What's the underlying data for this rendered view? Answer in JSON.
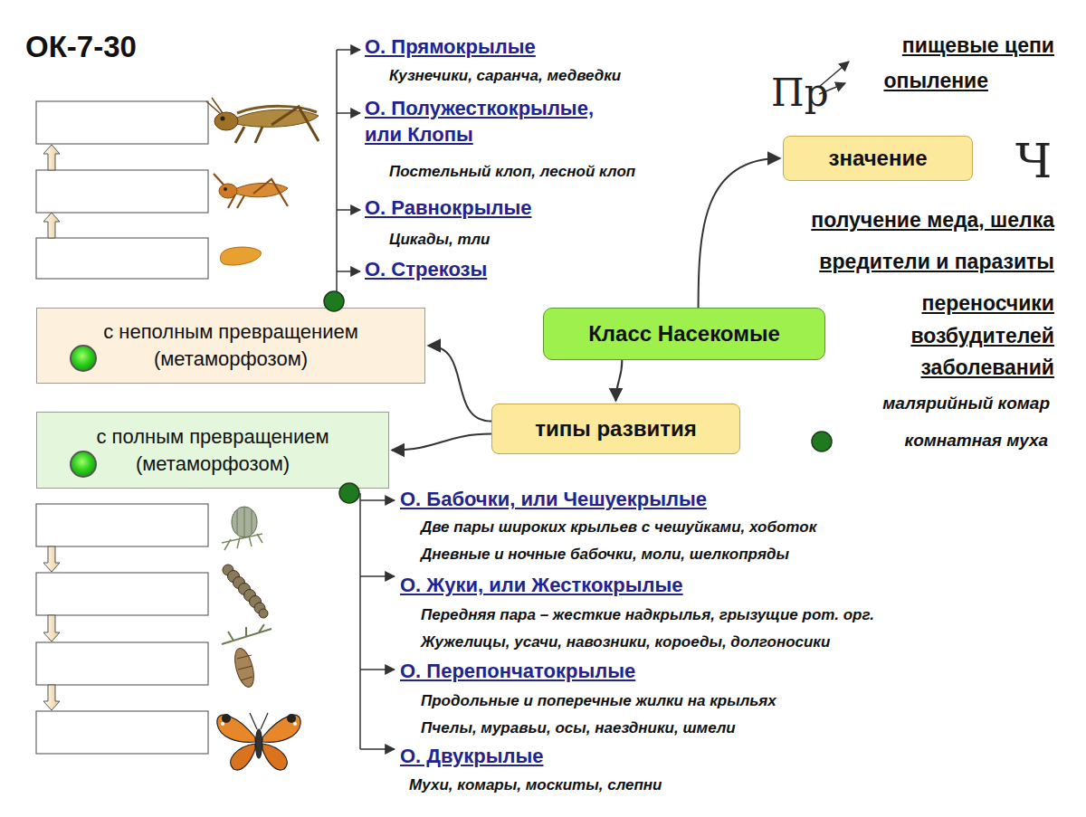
{
  "diagram": {
    "title": "ОК-7-30",
    "nodes": [
      {
        "text": [
          "с неполным превращением (метаморфозом)"
        ]
      },
      {
        "text": [
          "с полным превращением (метаморфозом)"
        ]
      },
      {
        "text": [
          "Класс Насекомые"
        ]
      },
      {
        "text": [
          "значение"
        ]
      },
      {
        "text": [
          "типы развития"
        ]
      }
    ],
    "edges": [
      {
        "from": 2,
        "to": 3,
        "arrow": "to"
      },
      {
        "from": 2,
        "to": 4,
        "arrow": "to"
      },
      {
        "from": 4,
        "to": 0,
        "arrow": "to"
      },
      {
        "from": 4,
        "to": 1,
        "arrow": "to"
      }
    ],
    "labels": [
      "О. Прямокрылые",
      "Кузнечики, саранча, медведки",
      "О. Полужесткокрылые, или Клопы",
      "Постельный клоп, лесной клоп",
      "О. Равнокрылые",
      "Цикады, тли",
      "О. Стрекозы",
      "Пр",
      "пищевые цепи",
      "опыление",
      "Ч",
      "получение меда, шелка",
      "вредители и паразиты",
      "переносчики возбудителей заболеваний",
      "малярийный комар",
      "комнатная муха",
      "О. Бабочки, или Чешуекрылые",
      "Две пары широких крыльев с чешуйками, хоботок",
      "Дневные и ночные бабочки, моли, шелкопряды",
      "О. Жуки, или Жесткокрылые",
      "Передняя пара – жесткие надкрылья, грызущие рот. орг.",
      "Жужелицы, усачи, навозники, короеды, долгоносики",
      "О. Перепончатокрылые",
      "Продольные и поперечные жилки на крыльях",
      "Пчелы, муравьи, осы, наездники, шмели",
      "О. Двукрылые",
      "Мухи, комары, москиты, слепни"
    ]
  }
}
